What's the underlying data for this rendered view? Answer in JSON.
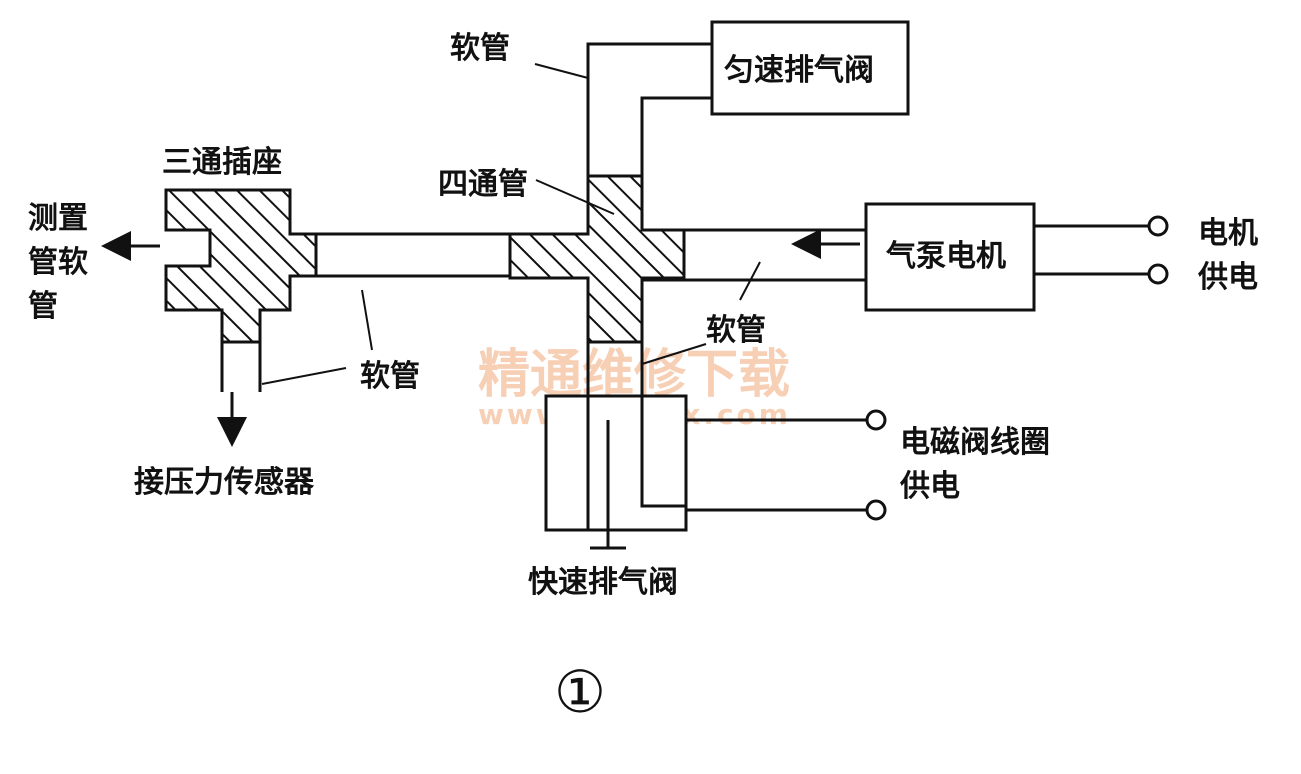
{
  "labels": {
    "hose_top": "软管",
    "uniform_valve": "匀速排气阀",
    "tee_socket": "三通插座",
    "four_way_pipe": "四通管",
    "measure_hose": [
      "测置",
      "管软",
      "管"
    ],
    "pump_motor": "气泵电机",
    "motor_power": [
      "电机",
      "供电"
    ],
    "hose_left": "软管",
    "hose_right": "软管",
    "pressure_sensor": "接压力传感器",
    "solenoid_power": [
      "电磁阀线圈",
      "供电"
    ],
    "fast_valve": "快速排气阀",
    "figure_number": "①"
  },
  "watermark": {
    "title": "精通维修下载",
    "url": "www.gzweix.com"
  },
  "colors": {
    "line": "#111111",
    "watermark": "#f6c7a9"
  }
}
